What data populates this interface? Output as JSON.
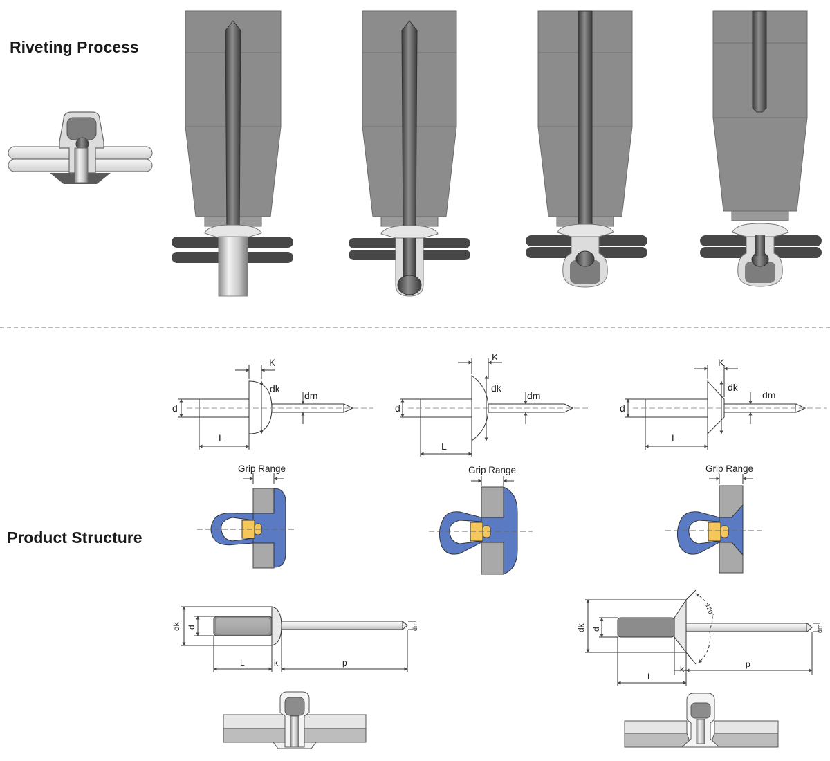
{
  "sections": {
    "riveting_process": "Riveting Process",
    "product_structure": "Product Structure"
  },
  "labels": {
    "K": "K",
    "dk": "dk",
    "dm": "dm",
    "d": "d",
    "L": "L",
    "k": "k",
    "p": "p",
    "grip_range": "Grip Range",
    "angle": "120°"
  },
  "colors": {
    "tool_gray": "#8c8c8c",
    "mandrel_dark": "#5a5a5a",
    "plate_dark": "#4a4a4a",
    "rivet_blue": "#5a7bc4",
    "mandrel_head_yellow": "#f5c65a",
    "plate_gray": "#a9a9a9",
    "line": "#333333"
  }
}
